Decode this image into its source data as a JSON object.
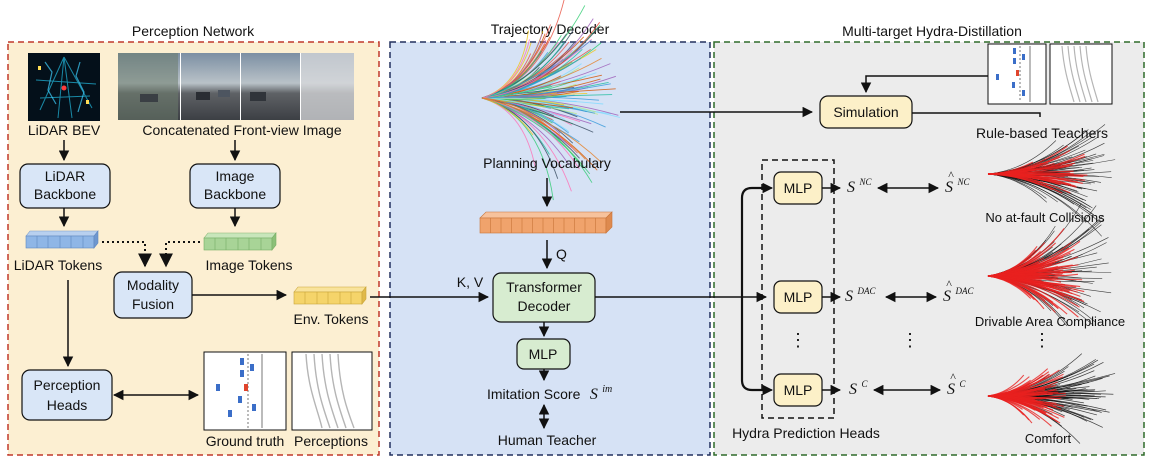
{
  "sections": {
    "perception": "Perception Network",
    "decoder": "Trajectory Decoder",
    "hydra": "Multi-target Hydra-Distillation"
  },
  "perception": {
    "lidar_bev": "LiDAR BEV",
    "front_view": "Concatenated Front-view Image",
    "lidar_backbone": [
      "LiDAR",
      "Backbone"
    ],
    "image_backbone": [
      "Image",
      "Backbone"
    ],
    "lidar_tokens": "LiDAR Tokens",
    "image_tokens": "Image Tokens",
    "modality_fusion": [
      "Modality",
      "Fusion"
    ],
    "env_tokens": "Env. Tokens",
    "perception_heads": [
      "Perception",
      "Heads"
    ],
    "ground_truth": "Ground truth",
    "perceptions": "Perceptions"
  },
  "decoder": {
    "planning_vocabulary": "Planning Vocabulary",
    "q_label": "Q",
    "kv_label": "K, V",
    "transformer": [
      "Transformer",
      "Decoder"
    ],
    "mlp": "MLP",
    "imitation_score": "Imitation Score",
    "imitation_symbol": "S",
    "imitation_sup": "im",
    "human_teacher": "Human Teacher"
  },
  "hydra": {
    "simulation": "Simulation",
    "rule_based": "Rule-based Teachers",
    "mlp": "MLP",
    "dots": "⋮",
    "prediction_heads": "Hydra Prediction Heads",
    "rows": [
      {
        "sup": "NC",
        "label": "No at-fault Collisions"
      },
      {
        "sup": "DAC",
        "label": "Drivable Area Compliance"
      },
      {
        "sup": "C",
        "label": "Comfort"
      }
    ]
  },
  "colors": {
    "perception_bg": "#fcefd2",
    "perception_border": "#c0392b",
    "decoder_bg": "#d6e2f5",
    "decoder_border": "#22305e",
    "hydra_bg": "#ececec",
    "hydra_border": "#2e6b2a",
    "blue_box": "#d9e6f7",
    "yellow_box": "#fcf0c8",
    "green_box": "#d7ecd0",
    "lidar_token": "#8fb6e6",
    "image_token": "#a8d497",
    "env_token": "#f5d46a",
    "query_token": "#f0a36c",
    "trajectory_red": "#e8201f"
  }
}
